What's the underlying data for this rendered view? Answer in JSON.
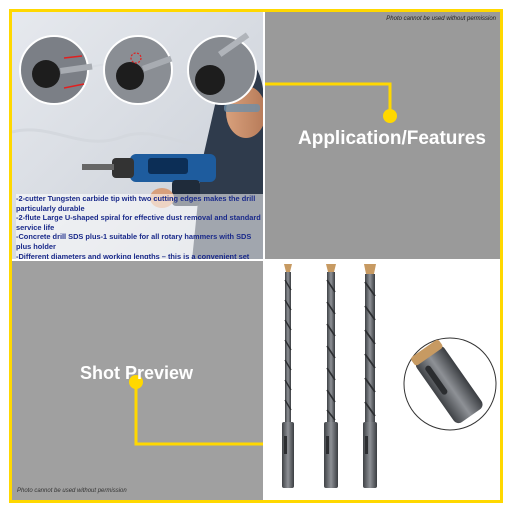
{
  "notices": {
    "top": "Photo cannot be used without permission",
    "bottom": "Photo cannot be used without permission"
  },
  "panels": {
    "features_heading": "Application/Features",
    "preview_heading": "Shot Preview"
  },
  "features": [
    "-2-cutter Tungsten carbide tip with two cutting edges makes the drill particularly durable",
    "-2-flute Large U-shaped spiral for effective dust removal and standard service life",
    "-Concrete drill SDS plus-1 suitable for all rotary hammers with SDS plus holder",
    "-Different diameters and working lengths – this is a convenient set applicable for most tasks"
  ],
  "colors": {
    "accent": "#ffd800",
    "panel_gray": "#9a9a9a",
    "text_blue": "#1a2a8a",
    "heading_white": "#ffffff"
  },
  "icons": {
    "insert_arrows": "arrow-icon",
    "lock_indicator": "lock-indicator-icon"
  }
}
